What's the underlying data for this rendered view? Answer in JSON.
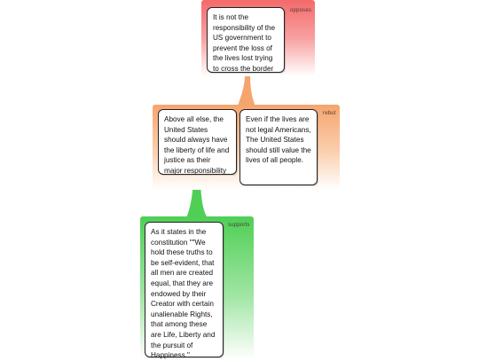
{
  "nodes": {
    "oppose": {
      "tag": "opposes",
      "text": "It is not the responsibility of the US government to prevent the loss of the lives lost trying to cross the border"
    },
    "claim": {
      "text": "Above all else, the United States should always have the liberty of life and justice as their major responsibility"
    },
    "rebut": {
      "tag": "rebut",
      "text": "Even if the lives are not legal Americans, The United States should still value the lives of all people."
    },
    "support": {
      "tag": "supports",
      "text": "As it states in the constitution \"\"We hold these truths to be self-evident, that all men are created equal, that they are endowed by their Creator with certain unalienable Rights, that among these are Life, Liberty and the pursuit of Happiness.\""
    }
  },
  "colors": {
    "opposes": "#f46a6a",
    "rebut": "#f6a46e",
    "supports": "#4fcf55"
  }
}
